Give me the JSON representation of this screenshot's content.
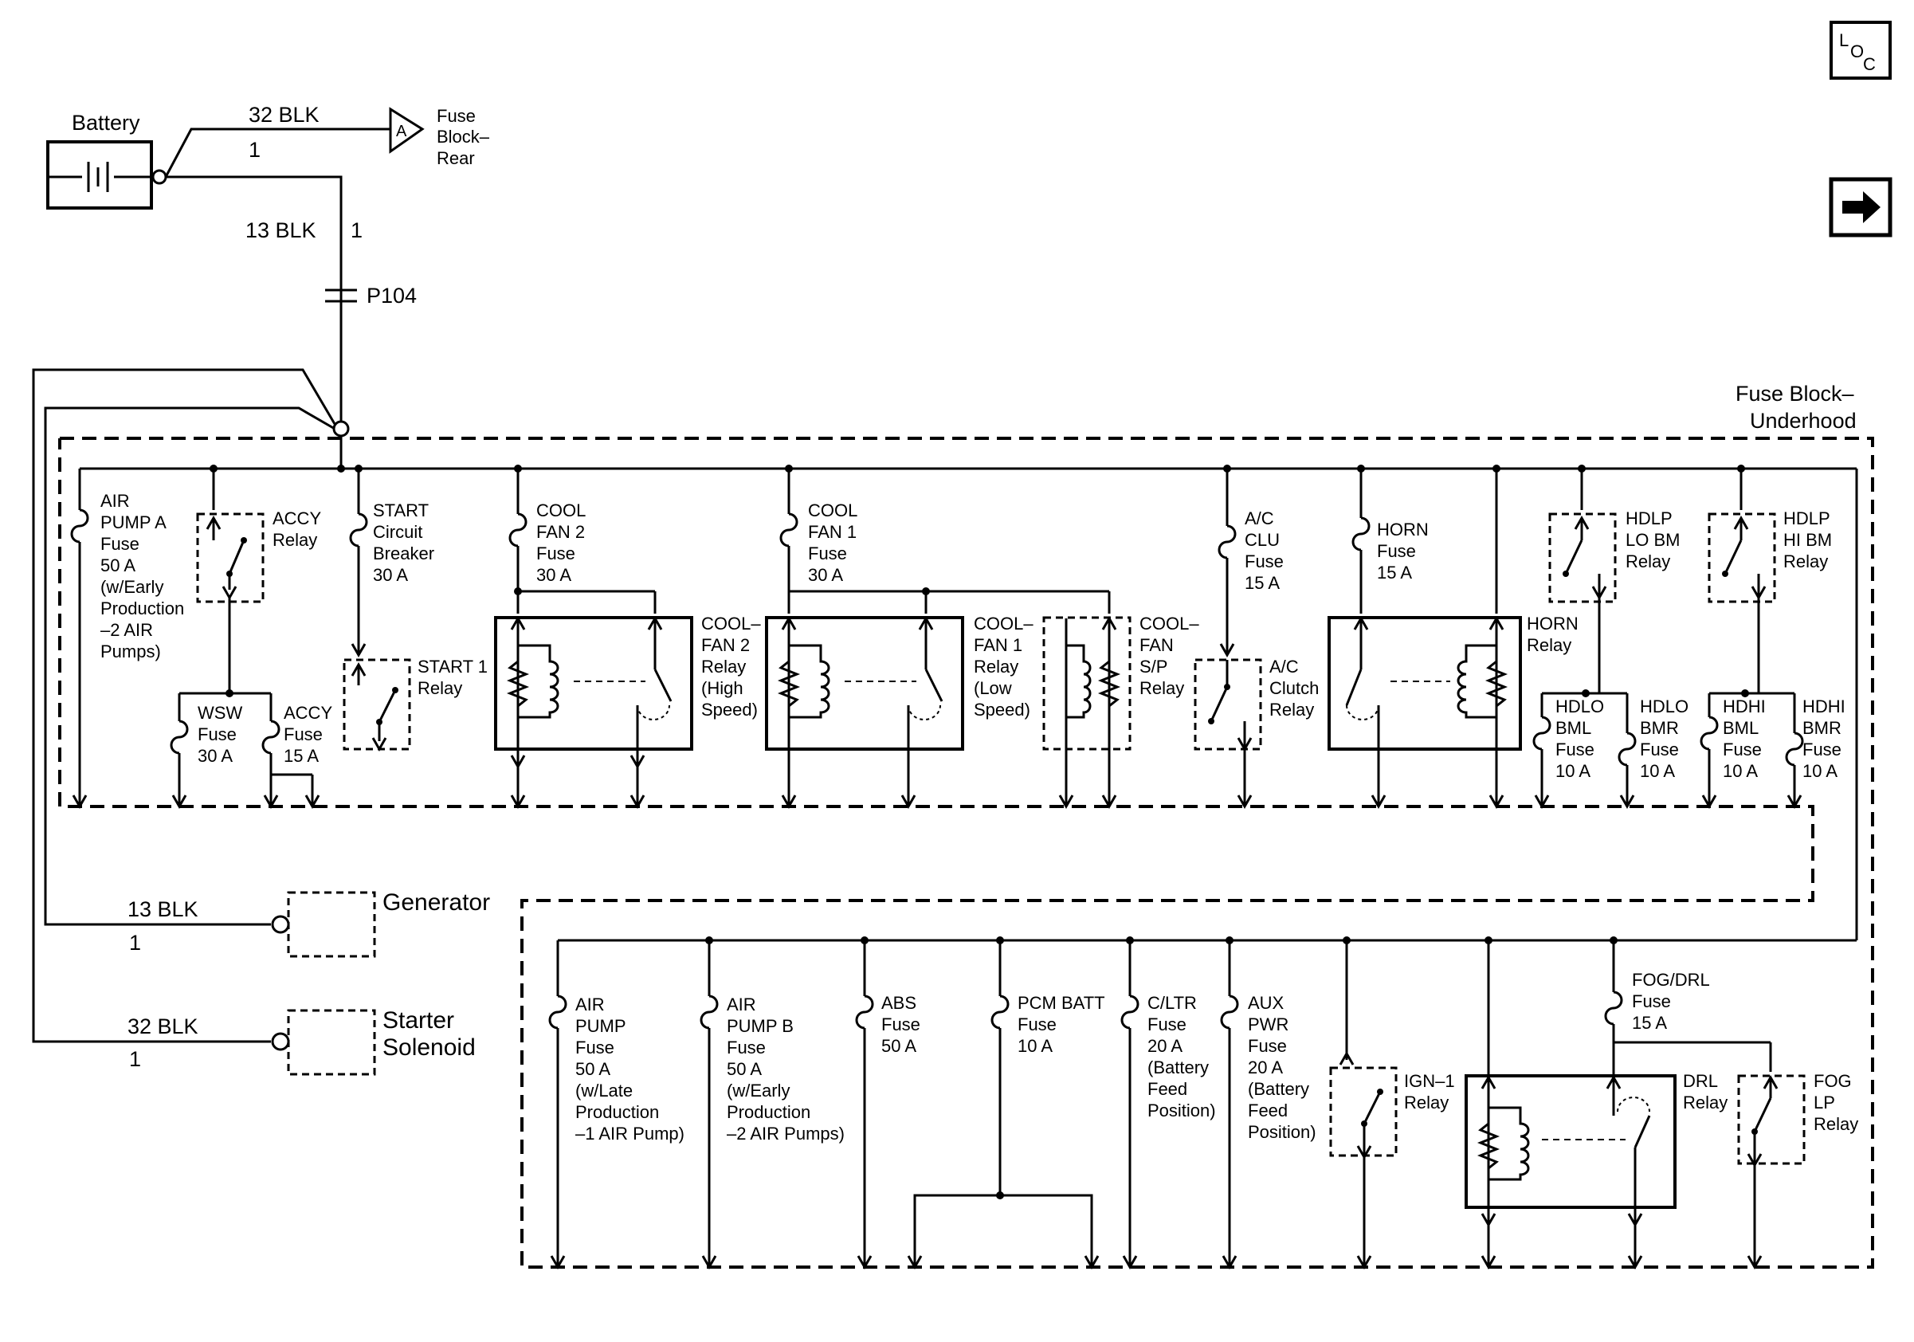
{
  "battery": {
    "label": "Battery"
  },
  "wires": {
    "top_wire_label": "32 BLK",
    "top_wire_num": "1",
    "vert_wire_label": "13 BLK",
    "vert_wire_num": "1",
    "splice": "P104",
    "gen_wire_label": "13 BLK",
    "gen_wire_num": "1",
    "starter_wire_label": "32 BLK",
    "starter_wire_num": "1"
  },
  "connector_a": {
    "letter": "A",
    "label_lines": [
      "Fuse",
      "Block–",
      "Rear"
    ]
  },
  "underhood": {
    "label_lines": [
      "Fuse Block–",
      "Underhood"
    ]
  },
  "loc_icon": {
    "l": "L",
    "o": "O",
    "c": "C"
  },
  "external": {
    "generator": "Generator",
    "starter_lines": [
      "Starter",
      "Solenoid"
    ]
  },
  "upper_components": [
    {
      "id": "air-pump-a-fuse",
      "lines": [
        "AIR",
        "PUMP A",
        "Fuse",
        "50 A",
        "(w/Early",
        "Production",
        "–2 AIR",
        "Pumps)"
      ]
    },
    {
      "id": "accy-relay",
      "lines": [
        "ACCY",
        "Relay"
      ]
    },
    {
      "id": "wsw-fuse",
      "lines": [
        "WSW",
        "Fuse",
        "30 A"
      ]
    },
    {
      "id": "accy-fuse",
      "lines": [
        "ACCY",
        "Fuse",
        "15 A"
      ]
    },
    {
      "id": "start-circuit-breaker",
      "lines": [
        "START",
        "Circuit",
        "Breaker",
        "30 A"
      ]
    },
    {
      "id": "start1-relay",
      "lines": [
        "START 1",
        "Relay"
      ]
    },
    {
      "id": "cool-fan2-fuse",
      "lines": [
        "COOL",
        "FAN 2",
        "Fuse",
        "30 A"
      ]
    },
    {
      "id": "cool-fan2-relay",
      "lines": [
        "COOL–",
        "FAN 2",
        "Relay",
        "(High",
        "Speed)"
      ]
    },
    {
      "id": "cool-fan1-fuse",
      "lines": [
        "COOL",
        "FAN 1",
        "Fuse",
        "30 A"
      ]
    },
    {
      "id": "cool-fan1-relay",
      "lines": [
        "COOL–",
        "FAN 1",
        "Relay",
        "(Low",
        "Speed)"
      ]
    },
    {
      "id": "cool-fan-sp-relay",
      "lines": [
        "COOL–",
        "FAN",
        "S/P",
        "Relay"
      ]
    },
    {
      "id": "ac-clu-fuse",
      "lines": [
        "A/C",
        "CLU",
        "Fuse",
        "15 A"
      ]
    },
    {
      "id": "ac-clutch-relay",
      "lines": [
        "A/C",
        "Clutch",
        "Relay"
      ]
    },
    {
      "id": "horn-fuse",
      "lines": [
        "HORN",
        "Fuse",
        "15 A"
      ]
    },
    {
      "id": "horn-relay",
      "lines": [
        "HORN",
        "Relay"
      ]
    },
    {
      "id": "hdlp-lo-bm-relay",
      "lines": [
        "HDLP",
        "LO BM",
        "Relay"
      ]
    },
    {
      "id": "hdlp-hi-bm-relay",
      "lines": [
        "HDLP",
        "HI BM",
        "Relay"
      ]
    },
    {
      "id": "hdlo-bml-fuse",
      "lines": [
        "HDLO",
        "BML",
        "Fuse",
        "10 A"
      ]
    },
    {
      "id": "hdlo-bmr-fuse",
      "lines": [
        "HDLO",
        "BMR",
        "Fuse",
        "10 A"
      ]
    },
    {
      "id": "hdhi-bml-fuse",
      "lines": [
        "HDHI",
        "BML",
        "Fuse",
        "10 A"
      ]
    },
    {
      "id": "hdhi-bmr-fuse",
      "lines": [
        "HDHI",
        "BMR",
        "Fuse",
        "10 A"
      ]
    }
  ],
  "lower_components": [
    {
      "id": "air-pump-fuse",
      "lines": [
        "AIR",
        "PUMP",
        "Fuse",
        "50 A",
        "(w/Late",
        "Production",
        "–1 AIR Pump)"
      ]
    },
    {
      "id": "air-pump-b-fuse",
      "lines": [
        "AIR",
        "PUMP B",
        "Fuse",
        "50 A",
        "(w/Early",
        "Production",
        "–2 AIR Pumps)"
      ]
    },
    {
      "id": "abs-fuse",
      "lines": [
        "ABS",
        "Fuse",
        "50 A"
      ]
    },
    {
      "id": "pcm-batt-fuse",
      "lines": [
        "PCM BATT",
        "Fuse",
        "10 A"
      ]
    },
    {
      "id": "c-ltr-fuse",
      "lines": [
        "C/LTR",
        "Fuse",
        "20 A",
        "(Battery",
        "Feed",
        "Position)"
      ]
    },
    {
      "id": "aux-pwr-fuse",
      "lines": [
        "AUX",
        "PWR",
        "Fuse",
        "20 A",
        "(Battery",
        "Feed",
        "Position)"
      ]
    },
    {
      "id": "ign1-relay",
      "lines": [
        "IGN–1",
        "Relay"
      ]
    },
    {
      "id": "drl-relay",
      "lines": [
        "DRL",
        "Relay"
      ]
    },
    {
      "id": "fog-drl-fuse",
      "lines": [
        "FOG/DRL",
        "Fuse",
        "15 A"
      ]
    },
    {
      "id": "fog-lp-relay",
      "lines": [
        "FOG",
        "LP",
        "Relay"
      ]
    }
  ]
}
